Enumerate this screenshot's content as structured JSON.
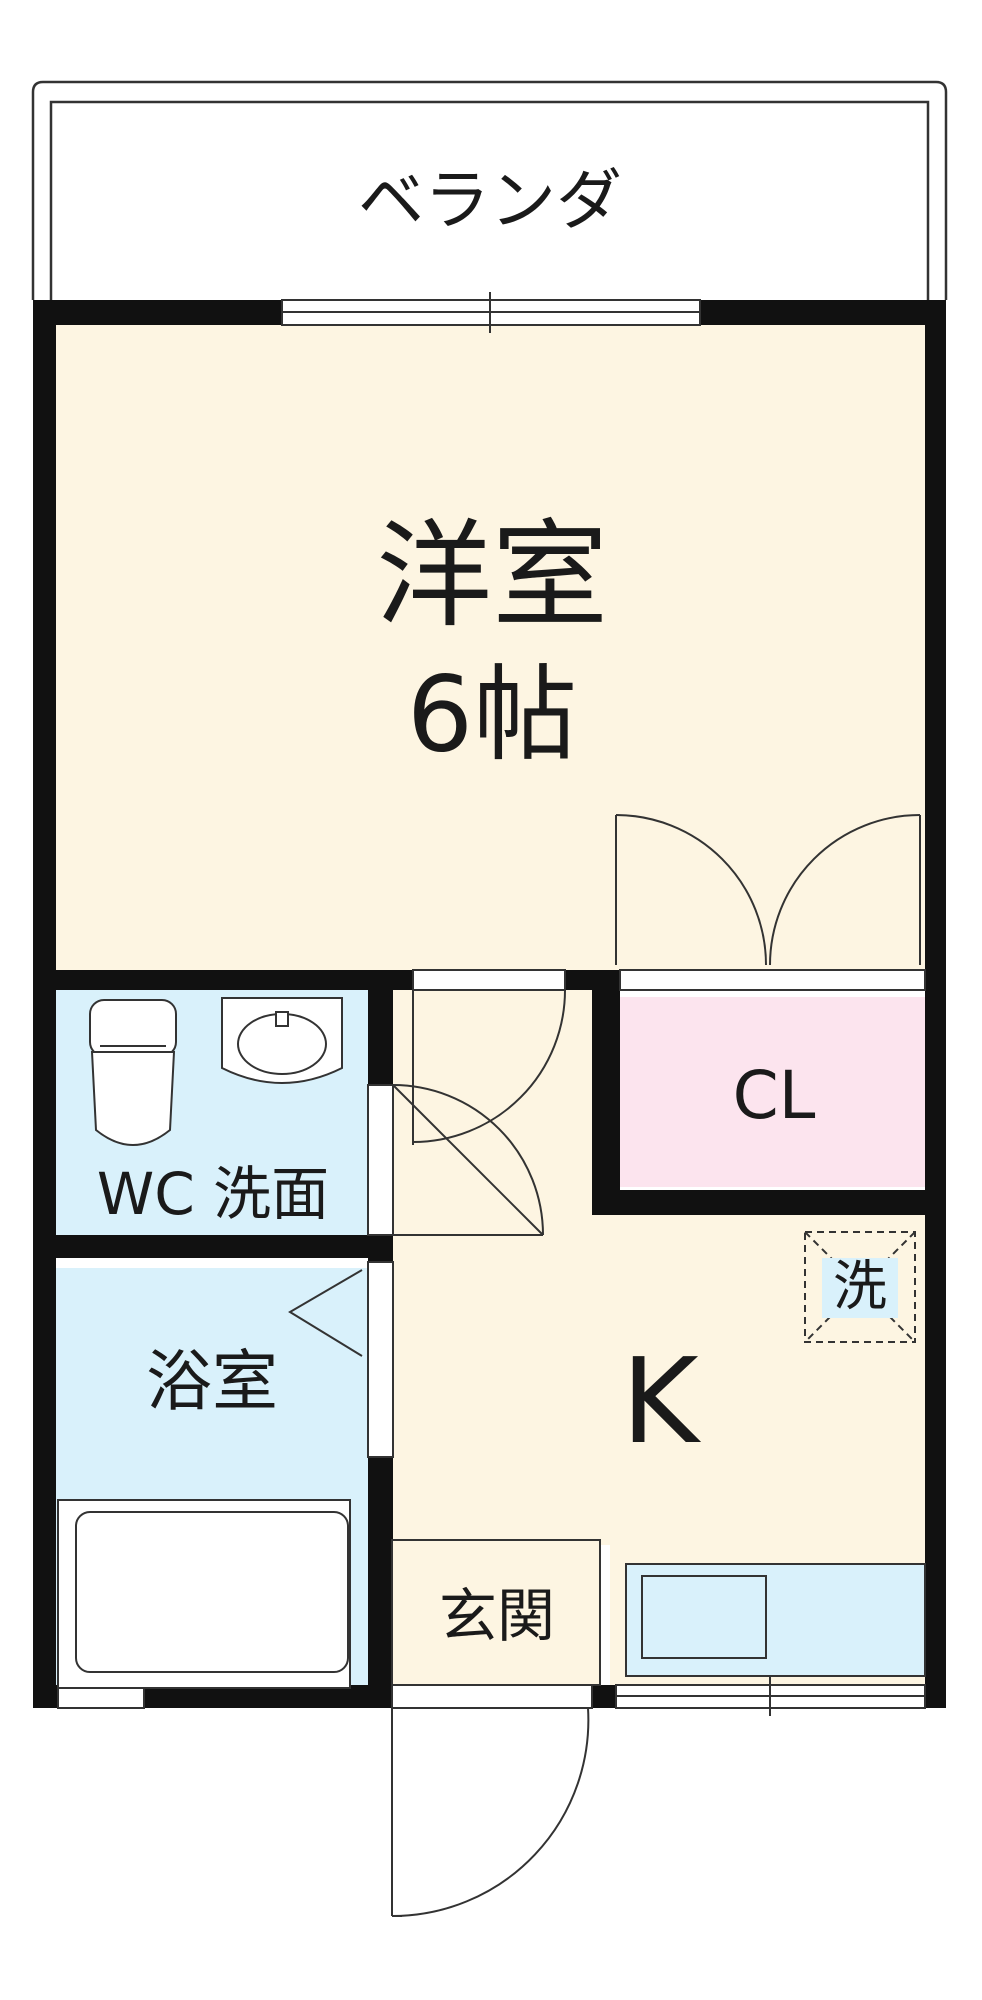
{
  "colors": {
    "wall": "#111111",
    "western_room": "#fdf5e2",
    "closet": "#fce4ee",
    "wet_area": "#d9f1fb",
    "kitchen": "#fdf5e2",
    "entrance": "#fdf5e2",
    "veranda": "#ffffff",
    "line": "#333333"
  },
  "rooms": {
    "veranda": "ベランダ",
    "western_room_name": "洋室",
    "western_room_size": "6帖",
    "closet": "CL",
    "wc_washroom": "WC 洗面",
    "bathroom": "浴室",
    "washer": "洗",
    "kitchen": "K",
    "entrance": "玄関"
  }
}
